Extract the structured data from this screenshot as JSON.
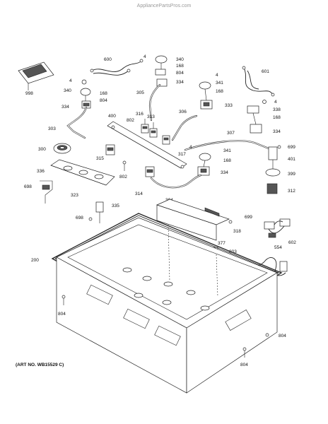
{
  "watermark": "AppliancePartsPros.com",
  "art_number": "(ART NO. WB15529 C)",
  "part_labels": {
    "p998": "998",
    "p600": "600",
    "p4a": "4",
    "p340a": "340",
    "p168a": "168",
    "p804a": "804",
    "p334a": "334",
    "p4b": "4",
    "p340b": "340",
    "p168b": "168",
    "p804b": "804",
    "p334b": "334",
    "p305": "305",
    "p4c": "4",
    "p341a": "341",
    "p168c": "168",
    "p333": "333",
    "p601": "601",
    "p4d": "4",
    "p338": "338",
    "p168d": "168",
    "p334c": "334",
    "p303": "303",
    "p400": "400",
    "p316": "316",
    "p313": "313",
    "p802a": "802",
    "p306": "306",
    "p307": "307",
    "p300": "300",
    "p315": "315",
    "p317": "317",
    "p4e": "4",
    "p341b": "341",
    "p168e": "168",
    "p699a": "699",
    "p401": "401",
    "p334d": "334",
    "p399": "399",
    "p336": "336",
    "p698a": "698",
    "p323": "323",
    "p802b": "802",
    "p314": "314",
    "p304": "304",
    "p312": "312",
    "p698b": "698",
    "p335": "335",
    "p699b": "699",
    "p318": "318",
    "p602": "602",
    "p377": "377",
    "p554": "554",
    "p803": "803",
    "p200": "200",
    "p804c": "804",
    "p804d": "804",
    "p804e": "804"
  }
}
